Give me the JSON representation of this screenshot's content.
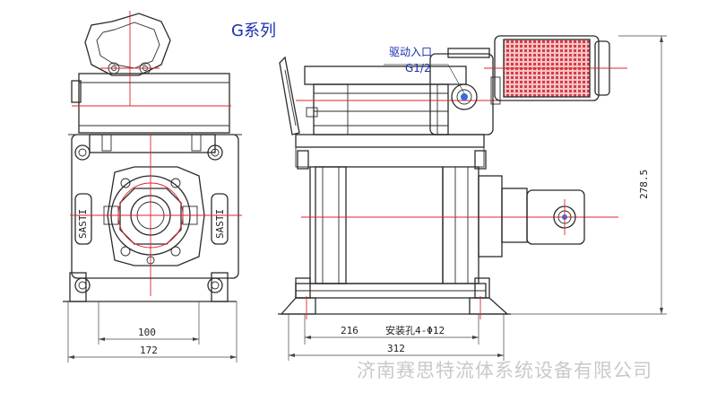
{
  "series_title": "G系列",
  "inlet_label": "驱动入口",
  "inlet_thread": "G1/2",
  "dim_left_inner": "100",
  "dim_left_outer": "172",
  "dim_right_inner": "216",
  "mounting_holes": "安装孔4-Φ12",
  "dim_right_outer": "312",
  "dim_height": "278.5",
  "brand_text": "SASTI",
  "watermark": "济南赛思特流体系统设备有限公司",
  "colors": {
    "title": "#1a2fb0",
    "centerline": "#e0262b",
    "filter": "#e05a60",
    "outline": "#2b2b2b"
  }
}
